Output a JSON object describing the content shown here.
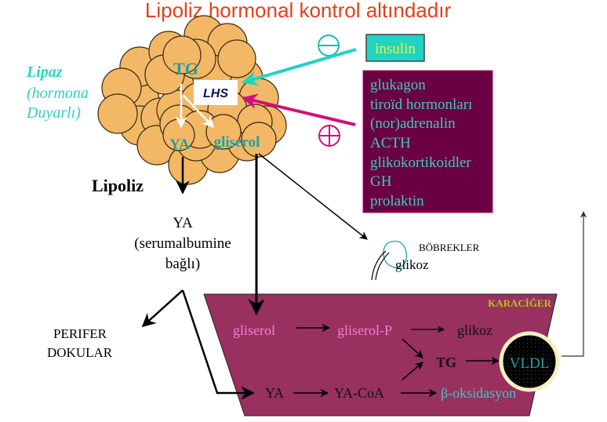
{
  "title": "Lipoliz hormonal kontrol altındadır",
  "fat_cell": {
    "tg": "TG",
    "enzyme": "LHS",
    "ya": "YA",
    "gliserol": "gliserol"
  },
  "lipase_label": [
    "Lipaz",
    "(hormona",
    "Duyarlı)"
  ],
  "lipoliz_label": "Lipoliz",
  "serum": [
    "YA",
    "(serumalbumine",
    "bağlı)"
  ],
  "inhibitor": {
    "sign": "minus",
    "label": "insulin"
  },
  "activators": {
    "sign": "plus",
    "items": [
      "glukagon",
      "tiroïd hormonları",
      "(nor)adrenalin",
      "ACTH",
      "glikokortikoidler",
      "GH",
      "prolaktin"
    ]
  },
  "kidney": {
    "label": "BÖBREKLER",
    "product": "glikoz"
  },
  "periphery": [
    "PERIFER",
    "DOKULAR"
  ],
  "liver": {
    "label": "KARACİĞER",
    "gliserol": "gliserol",
    "gliserol_p": "gliserol-P",
    "glikoz": "glikoz",
    "tg": "TG",
    "vldl": "VLDL",
    "ya": "YA",
    "ya_coa": "YA-CoA",
    "beta_ox": "β-oksidasyon"
  },
  "colors": {
    "title": "#e2401a",
    "teal": "#1fa0a0",
    "fat": "#f2b866",
    "insulin_box": "#1fd4c4",
    "insulin_text": "#f0f040",
    "hormone_box": "#6a0042",
    "liver": "#983060",
    "magenta": "#d0107a"
  }
}
